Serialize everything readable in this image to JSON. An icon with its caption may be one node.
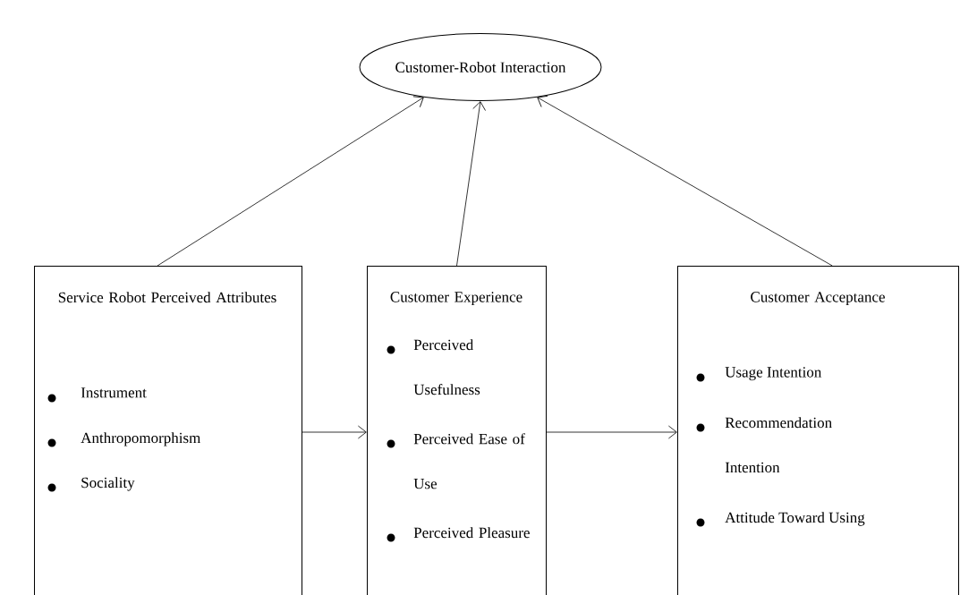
{
  "diagram": {
    "nodes": [
      {
        "text": [
          "Customer-Robot Interaction"
        ]
      },
      {
        "text": [
          "Service Robot Perceived Attributes",
          "Instrument",
          "Anthropomorphism",
          "Sociality"
        ]
      },
      {
        "text": [
          "Customer Experience",
          "Perceived Usefulness",
          "Perceived Ease of Use",
          "Perceived Pleasure"
        ]
      },
      {
        "text": [
          "Customer Acceptance",
          "Usage Intention",
          "Recommendation Intention",
          "Attitude Toward Using"
        ]
      }
    ],
    "edges": [
      {
        "from": 1,
        "to": 0,
        "arrow": "to"
      },
      {
        "from": 2,
        "to": 0,
        "arrow": "to"
      },
      {
        "from": 3,
        "to": 0,
        "arrow": "to"
      },
      {
        "from": 1,
        "to": 2,
        "arrow": "to"
      },
      {
        "from": 2,
        "to": 3,
        "arrow": "to"
      }
    ]
  }
}
